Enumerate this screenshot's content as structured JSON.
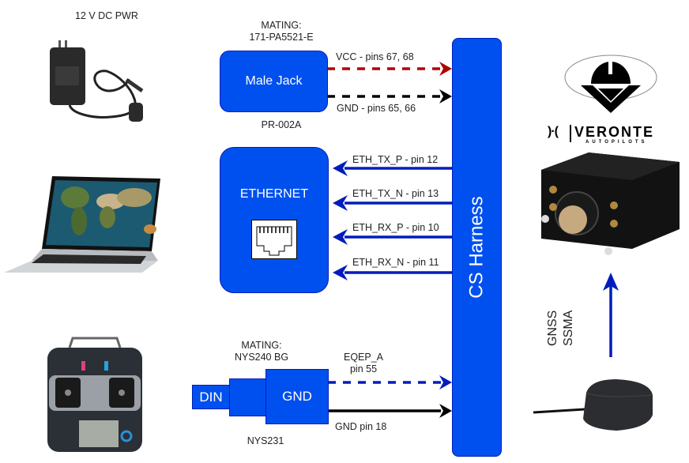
{
  "power": {
    "title": "12 V DC PWR",
    "mating_label": "MATING:",
    "mating_part": "171-PA5521-E",
    "connector": "Male Jack",
    "part": "PR-002A",
    "links": [
      {
        "label": "VCC - pins 67, 68",
        "color": "#b20000",
        "style": "dashed"
      },
      {
        "label": "GND - pins 65, 66",
        "color": "#000000",
        "style": "dashed"
      }
    ]
  },
  "ethernet": {
    "connector": "ETHERNET",
    "icon": "rj45-port-icon",
    "links": [
      {
        "label": "ETH_TX_P - pin 12"
      },
      {
        "label": "ETH_TX_N - pin 13"
      },
      {
        "label": "ETH_RX_P - pin 10"
      },
      {
        "label": "ETH_RX_N - pin 11"
      }
    ],
    "color": "#001dbc"
  },
  "radio": {
    "mating_label": "MATING:",
    "mating_part": "NYS240 BG",
    "plug_label": "DIN",
    "connector": "GND",
    "part": "NYS231",
    "links": [
      {
        "label_line1": "EQEP_A",
        "label_line2": "pin 55",
        "color": "#001dbc",
        "style": "dashed"
      },
      {
        "label": "GND pin 18",
        "color": "#000000",
        "style": "solid"
      }
    ]
  },
  "harness": {
    "label": "CS Harness",
    "color": "#0050ef"
  },
  "gnss": {
    "line1": "GNSS",
    "line2": "SSMA"
  },
  "brand": {
    "name": "VERONTE",
    "sub": "AUTOPILOTS"
  },
  "images": {
    "adapter": "power-adapter-image",
    "laptop": "laptop-image",
    "transmitter": "rc-transmitter-image",
    "autopilot": "autopilot-unit-image",
    "antenna": "gnss-antenna-image"
  }
}
